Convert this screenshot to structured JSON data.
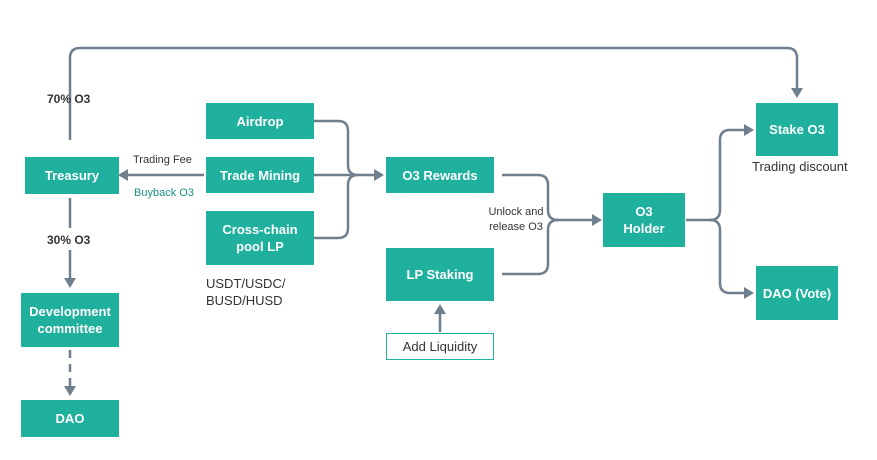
{
  "nodes": {
    "treasury": "Treasury",
    "development_committee": "Development\ncommittee",
    "dao": "DAO",
    "airdrop": "Airdrop",
    "trade_mining": "Trade Mining",
    "cross_chain_pool_lp": "Cross-chain\npool LP",
    "o3_rewards": "O3 Rewards",
    "lp_staking": "LP Staking",
    "add_liquidity": "Add Liquidity",
    "o3_holder": "O3\nHolder",
    "stake_o3": "Stake O3",
    "dao_vote": "DAO (Vote)"
  },
  "labels": {
    "seventy_percent": "70% O3",
    "thirty_percent": "30% O3",
    "trading_fee": "Trading Fee",
    "buyback_o3": "Buyback O3",
    "stablecoins": "USDT/USDC/\nBUSD/HUSD",
    "unlock_release": "Unlock and\nrelease O3",
    "trading_discount": "Trading discount"
  },
  "colors": {
    "node_fill": "#1fb09e",
    "connector": "#6f7f8e",
    "buyback_text": "#1a8f80"
  }
}
